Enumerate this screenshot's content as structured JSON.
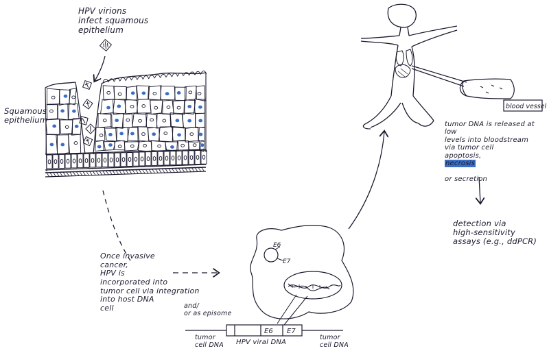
{
  "labels": {
    "hpv_virions": "HPV virions\ninfect squamous\nepithelium",
    "squamous_epithelium": "Squamous\nepithelium",
    "integration_note": "Once invasive\ncancer,\nHPV is\nincorporated into\ntumor cell via integration\ninto host DNA\ncell",
    "integration_alt": "and/\nor as episome",
    "e6": "E6",
    "e7": "E7",
    "dna_e6": "E6",
    "dna_e7": "E7",
    "tumor_dna_left": "tumor\ncell DNA",
    "hpv_viral_dna": "HPV viral DNA",
    "tumor_dna_right": "tumor\ncell DNA",
    "blood_vessel": "blood vessel",
    "release_note": "tumor DNA is released at low\nlevels into bloodstream\nvia tumor cell\napoptosis,",
    "release_necrosis": "necrosis",
    "release_end": "or secretion",
    "detection_note": "detection via\nhigh-sensitivity\nassays (e.g., ddPCR)"
  },
  "colors": {
    "ink": "#1a1a2e",
    "nucleus": "#3a6fc4",
    "highlight": "#3a6fc4"
  }
}
